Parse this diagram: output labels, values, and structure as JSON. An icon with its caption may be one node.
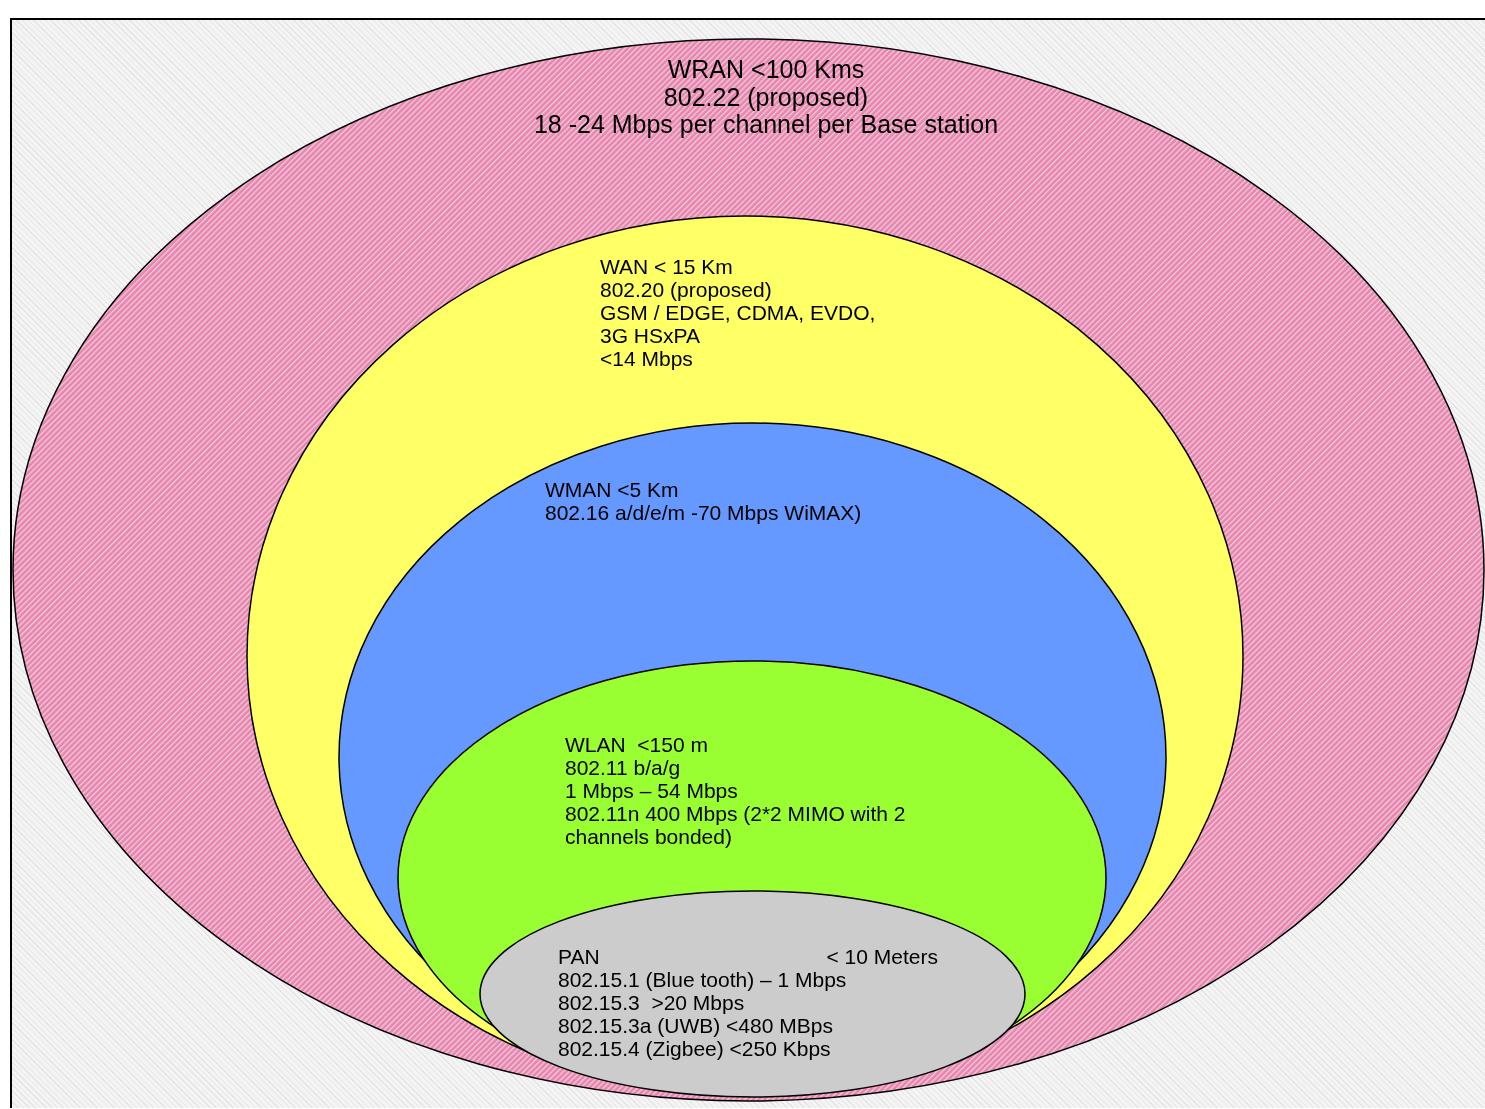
{
  "diagram": {
    "nodes": [
      {
        "text": [
          "WRAN <100 Kms",
          "802.22 (proposed)",
          "18 -24 Mbps per channel per Base station"
        ]
      },
      {
        "text": [
          "WAN < 15 Km",
          "802.20 (proposed)",
          "GSM / EDGE, CDMA, EVDO, 3G HSxPA",
          "<14 Mbps"
        ],
        "in": 0
      },
      {
        "text": [
          "WMAN <5 Km",
          "802.16 a/d/e/m -70 Mbps WiMAX)"
        ],
        "in": 1
      },
      {
        "text": [
          "WLAN  <150 m",
          "802.11 b/a/g",
          "1 Mbps – 54 Mbps",
          "802.11n 400 Mbps (2*2 MIMO with 2 channels bonded)"
        ],
        "in": 2
      },
      {
        "text": [
          "PAN",
          "< 10 Meters",
          "802.15.1 (Blue tooth) – 1 Mbps",
          "802.15.3  >20 Mbps",
          "802.15.3a (UWB) <480 MBps",
          "802.15.4 (Zigbee) <250 Kbps"
        ],
        "in": 3
      }
    ]
  }
}
